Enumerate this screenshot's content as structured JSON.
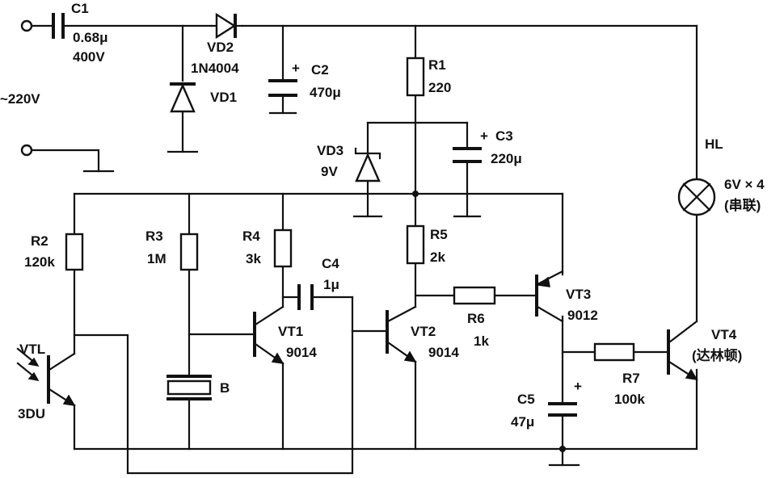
{
  "source_label": "~220V",
  "capacitors": {
    "c1": {
      "name": "C1",
      "value": "0.68μ",
      "rating": "400V"
    },
    "c2": {
      "name": "C2",
      "value": "470μ",
      "polarity": "+"
    },
    "c3": {
      "name": "C3",
      "value": "220μ",
      "polarity": "+"
    },
    "c4": {
      "name": "C4",
      "value": "1μ"
    },
    "c5": {
      "name": "C5",
      "value": "47μ",
      "polarity": "+"
    }
  },
  "diodes": {
    "vd1": {
      "name": "VD1"
    },
    "vd2": {
      "name": "VD2",
      "part": "1N4004"
    },
    "vd3": {
      "name": "VD3",
      "value": "9V"
    }
  },
  "resistors": {
    "r1": {
      "name": "R1",
      "value": "220"
    },
    "r2": {
      "name": "R2",
      "value": "120k"
    },
    "r3": {
      "name": "R3",
      "value": "1M"
    },
    "r4": {
      "name": "R4",
      "value": "3k"
    },
    "r5": {
      "name": "R5",
      "value": "2k"
    },
    "r6": {
      "name": "R6",
      "value": "1k"
    },
    "r7": {
      "name": "R7",
      "value": "100k"
    }
  },
  "transistors": {
    "vtl": {
      "name": "VTL",
      "part": "3DU"
    },
    "vt1": {
      "name": "VT1",
      "part": "9014"
    },
    "vt2": {
      "name": "VT2",
      "part": "9014"
    },
    "vt3": {
      "name": "VT3",
      "part": "9012"
    },
    "vt4": {
      "name": "VT4",
      "part": "(达林顿)"
    }
  },
  "lamp": {
    "name": "HL",
    "rating": "6V × 4",
    "note": "(串联)"
  },
  "buzzer": {
    "name": "B"
  }
}
